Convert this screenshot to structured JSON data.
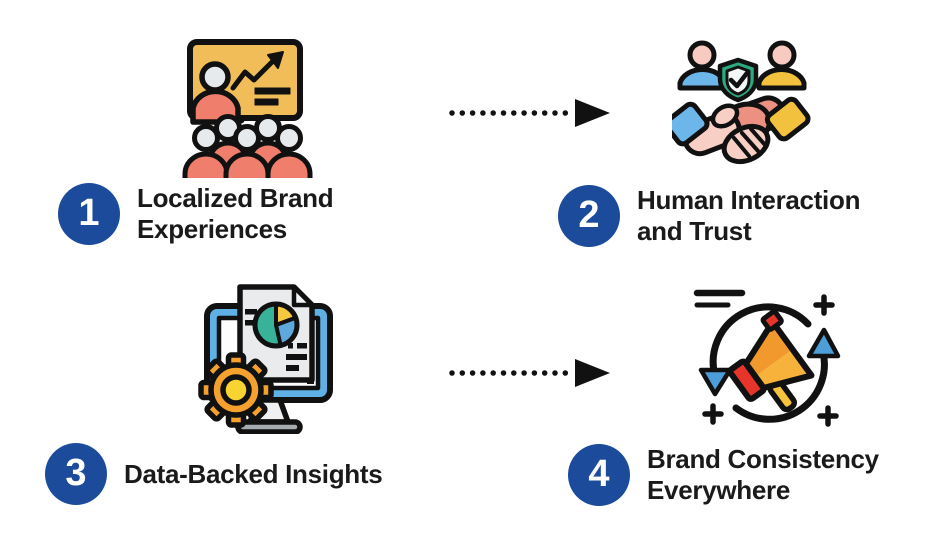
{
  "colors": {
    "badge_blue": "#1C4B9C",
    "text_black": "#1A1A1A",
    "arrow_black": "#111111",
    "board_yellow": "#F1BD58",
    "people_salmon": "#EF7E6D",
    "sky_blue": "#6CB6EA",
    "golden_yellow": "#F2C13E",
    "shield_green": "#2EA87D",
    "gear_orange": "#F5A12D",
    "gear_yellow": "#F8D433",
    "megaphone_red": "#E8352C",
    "pie_teal": "#38B299",
    "pie_blue": "#5FA8DC"
  },
  "steps": [
    {
      "number": "1",
      "label_lines": [
        "Localized Brand",
        "Experiences"
      ],
      "icon": "presentation-audience-icon"
    },
    {
      "number": "2",
      "label_lines": [
        "Human Interaction",
        "and Trust"
      ],
      "icon": "handshake-trust-icon"
    },
    {
      "number": "3",
      "label_lines": [
        "Data-Backed Insights"
      ],
      "icon": "data-analytics-icon"
    },
    {
      "number": "4",
      "label_lines": [
        "Brand Consistency",
        "Everywhere"
      ],
      "icon": "brand-consistency-megaphone-icon"
    }
  ],
  "arrows": [
    {
      "from": "1",
      "to": "2",
      "style": "dotted"
    },
    {
      "from": "3",
      "to": "4",
      "style": "dotted"
    }
  ]
}
